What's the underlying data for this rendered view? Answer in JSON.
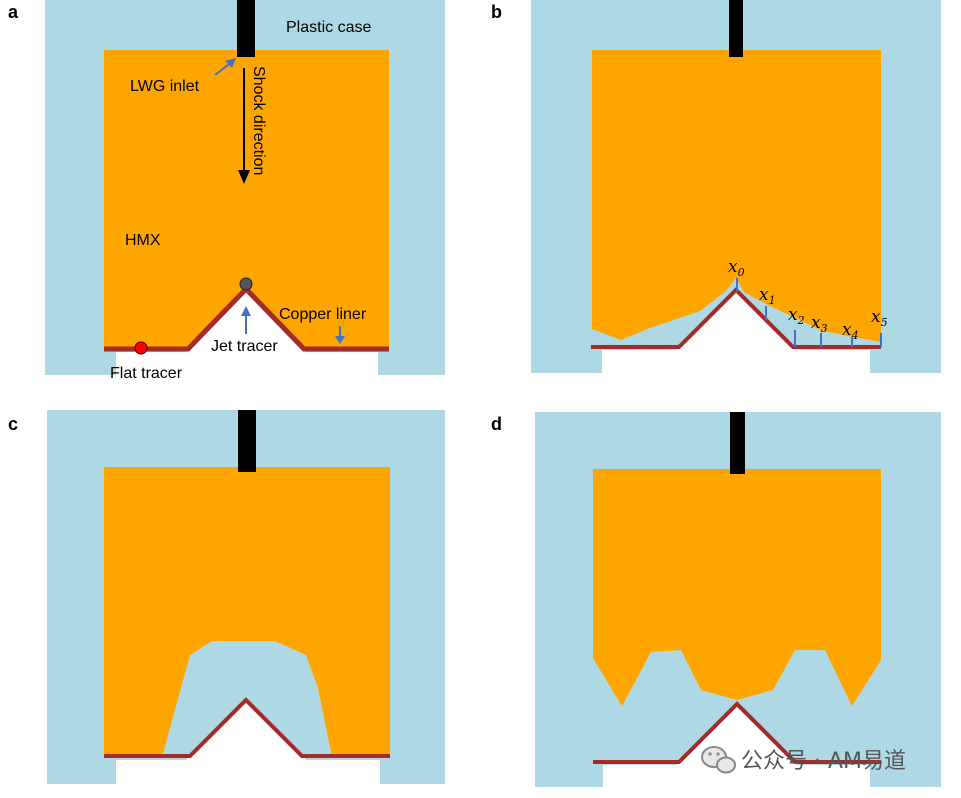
{
  "colors": {
    "case": "#aed8e3",
    "hmx": "#ffa500",
    "liner": "#a52a2a",
    "inlet": "#000000",
    "arrow_blue": "#4472c4",
    "flat_tracer": "#ff0000",
    "jet_tracer": "#555555",
    "markers": "#4472c4"
  },
  "panels": {
    "a": {
      "label": "a",
      "annotations": {
        "plastic_case": "Plastic case",
        "lwg_inlet": "LWG inlet",
        "shock_direction": "Shock direction",
        "hmx": "HMX",
        "copper_liner": "Copper liner",
        "jet_tracer": "Jet tracer",
        "flat_tracer": "Flat tracer"
      }
    },
    "b": {
      "label": "b",
      "markers": [
        {
          "var": "x",
          "sub": "0"
        },
        {
          "var": "x",
          "sub": "1"
        },
        {
          "var": "x",
          "sub": "2"
        },
        {
          "var": "x",
          "sub": "3"
        },
        {
          "var": "x",
          "sub": "4"
        },
        {
          "var": "x",
          "sub": "5"
        }
      ]
    },
    "c": {
      "label": "c"
    },
    "d": {
      "label": "d"
    }
  },
  "watermark": "公众号 · AM易道"
}
